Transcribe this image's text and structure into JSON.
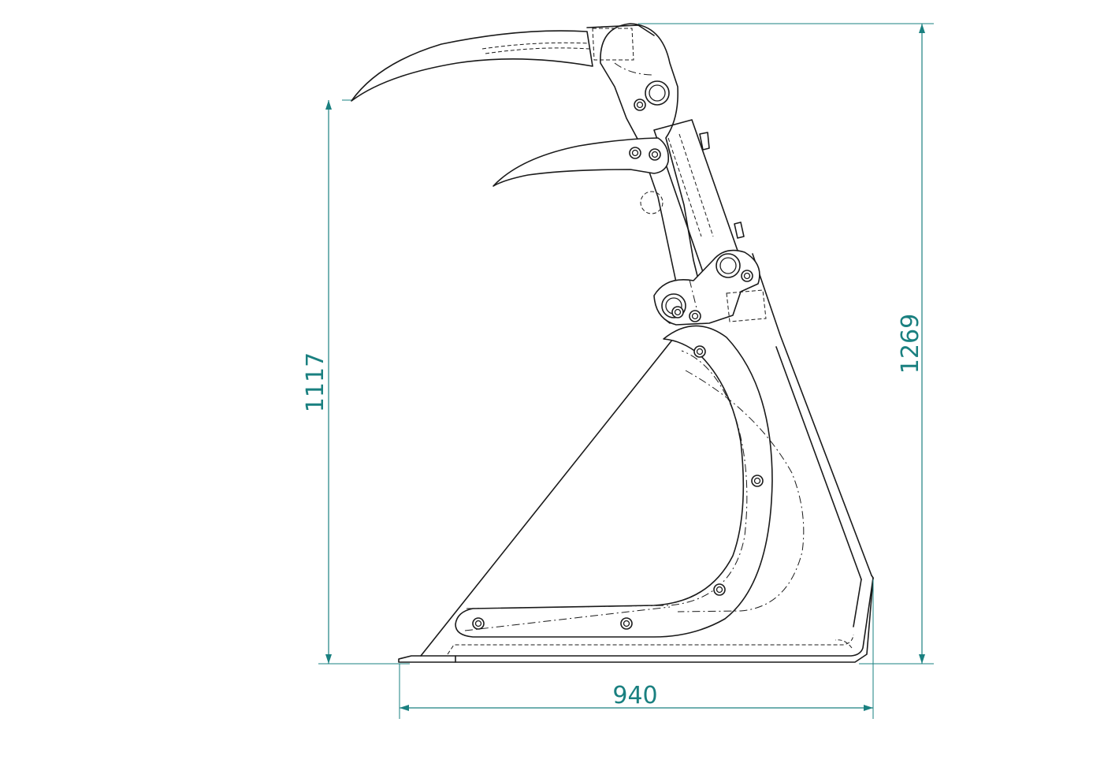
{
  "dimensions": {
    "width_label": "940",
    "height_left_label": "1117",
    "height_right_label": "1269"
  },
  "colors": {
    "dimension": "#1a8080",
    "outline": "#1a1a1a",
    "background": "#ffffff"
  }
}
